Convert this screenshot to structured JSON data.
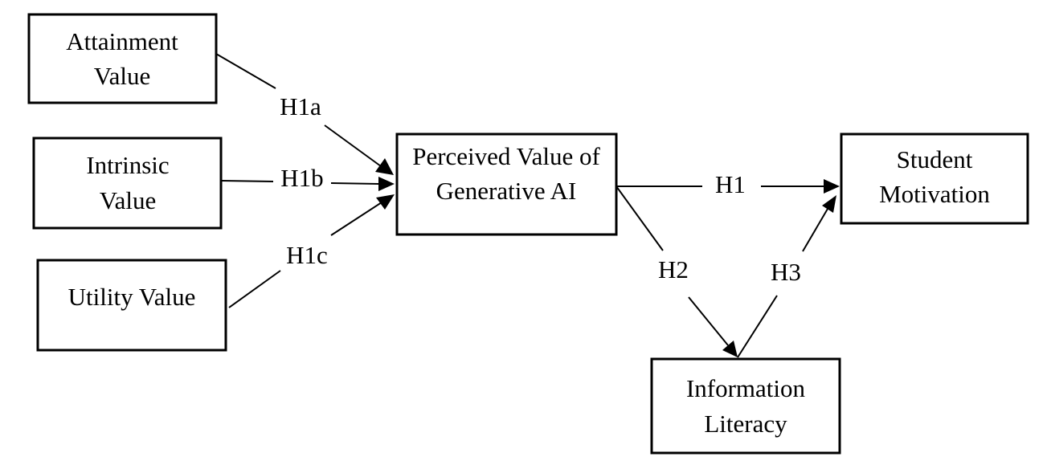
{
  "nodes": {
    "attainment": {
      "line1": "Attainment",
      "line2": "Value"
    },
    "intrinsic": {
      "line1": "Intrinsic",
      "line2": "Value"
    },
    "utility": {
      "line1": "Utility Value"
    },
    "perceived": {
      "line1": "Perceived Value of",
      "line2": "Generative AI"
    },
    "motivation": {
      "line1": "Student",
      "line2": "Motivation"
    },
    "literacy": {
      "line1": "Information",
      "line2": "Literacy"
    }
  },
  "hypotheses": {
    "h1a": "H1a",
    "h1b": "H1b",
    "h1c": "H1c",
    "h1": "H1",
    "h2": "H2",
    "h3": "H3"
  },
  "colors": {
    "stroke": "#000000",
    "background": "#ffffff"
  }
}
